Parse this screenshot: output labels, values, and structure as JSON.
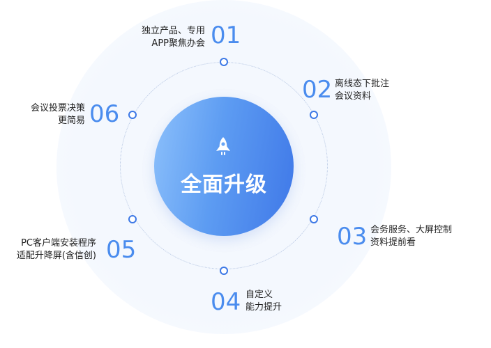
{
  "center": {
    "title": "全面升级",
    "icon": "rocket-icon"
  },
  "features": [
    {
      "number": "01",
      "lines": [
        "独立产品、专用",
        "APP聚焦办会"
      ]
    },
    {
      "number": "02",
      "lines": [
        "离线态下批注",
        "会议资料"
      ]
    },
    {
      "number": "03",
      "lines": [
        "会务服务、大屏控制",
        "资料提前看"
      ]
    },
    {
      "number": "04",
      "lines": [
        "自定义",
        "能力提升"
      ]
    },
    {
      "number": "05",
      "lines": [
        "PC客户端安装程序",
        "适配升降屏(含信创)"
      ]
    },
    {
      "number": "06",
      "lines": [
        "会议投票决策",
        "更简易"
      ]
    }
  ],
  "colors": {
    "accent": "#4a8cee",
    "core_start": "#8cc0fb",
    "core_end": "#3f78e8"
  }
}
